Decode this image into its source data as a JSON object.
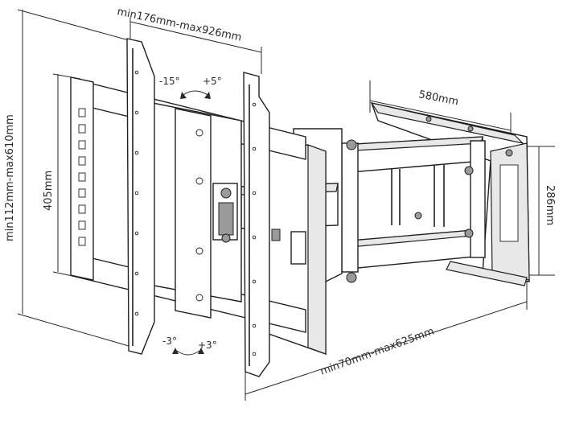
{
  "dimensions": {
    "top_width": "min176mm-max926mm",
    "left_height": "min112mm-max610mm",
    "left_inner_height": "405mm",
    "wall_plate_width": "580mm",
    "wall_plate_height": "286mm",
    "extension": "min70mm-max625mm"
  },
  "tilt": {
    "up": "-15°",
    "down": "+5°"
  },
  "swivel": {
    "left": "-3°",
    "right": "+3°"
  },
  "colors": {
    "line": "#1f1f1f",
    "shade": "#e8e8e8",
    "background": "#ffffff"
  }
}
